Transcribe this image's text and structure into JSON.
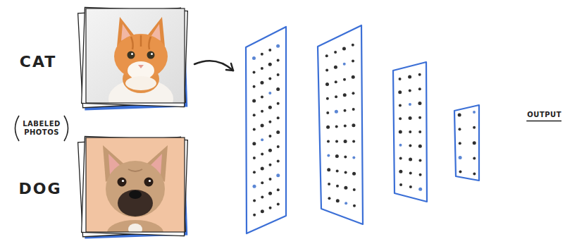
{
  "diagram": {
    "labels": [
      "CAT",
      "LABELED PHOTOS",
      "DOG",
      "OUTPUT"
    ]
  }
}
